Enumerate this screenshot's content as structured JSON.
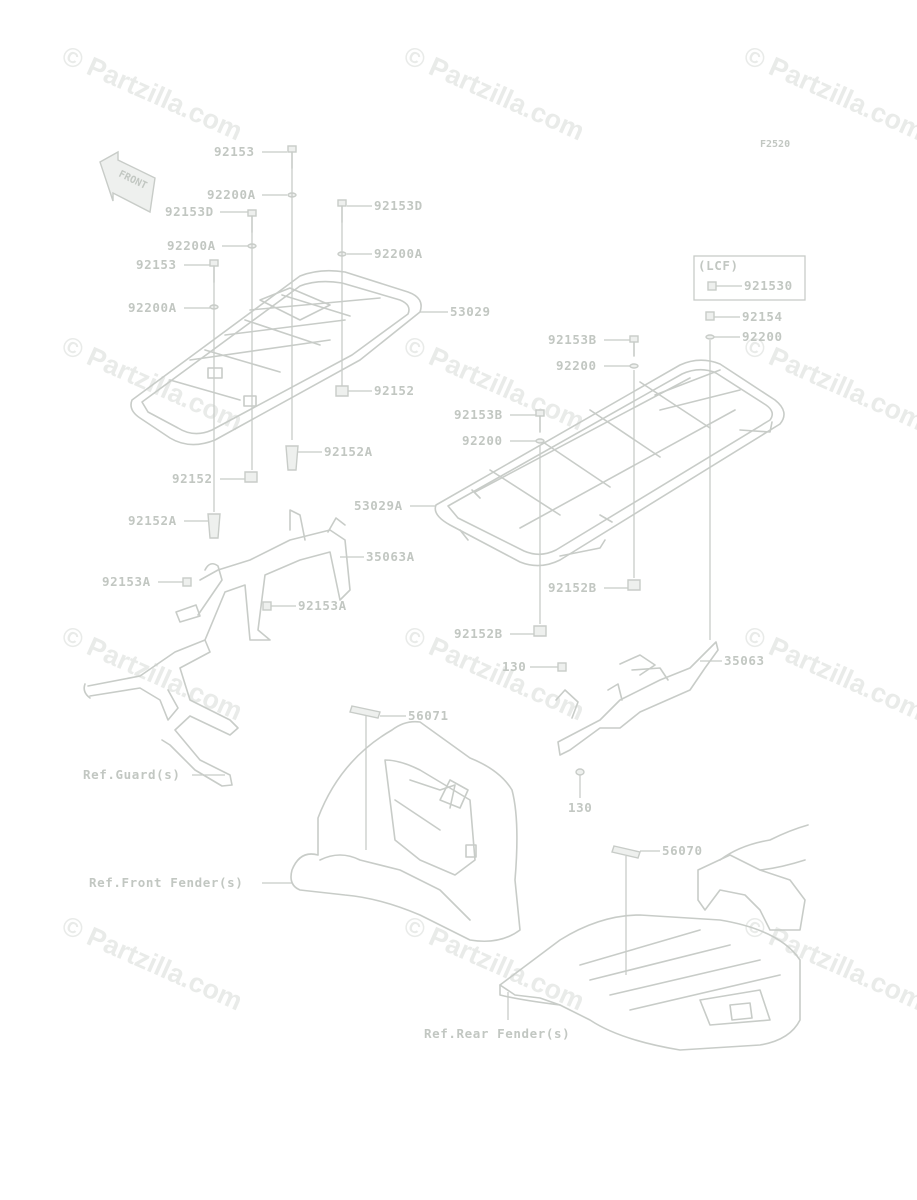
{
  "figure_code": "F2520",
  "front_label": "FRONT",
  "watermark_text": "© Partzilla.com",
  "variant_box": {
    "label": "(LCF)",
    "part": "921530"
  },
  "callouts": {
    "c92153_top": "92153",
    "c92200A_1": "92200A",
    "c92153D_l": "92153D",
    "c92153D_r": "92153D",
    "c92200A_2": "92200A",
    "c92200A_r": "92200A",
    "c92153_l": "92153",
    "c92200A_3": "92200A",
    "c53029": "53029",
    "c92152_r": "92152",
    "c92152A_r": "92152A",
    "c92152_l": "92152",
    "c92152A_l": "92152A",
    "c35063A": "35063A",
    "c92153A_l": "92153A",
    "c92153A_r": "92153A",
    "c92154": "92154",
    "c92200_tr": "92200",
    "c92153B_1": "92153B",
    "c92200_1": "92200",
    "c92153B_2": "92153B",
    "c92200_2": "92200",
    "c53029A": "53029A",
    "c92152B_r": "92152B",
    "c92152B_l": "92152B",
    "c35063": "35063",
    "c130_top": "130",
    "c130_bot": "130",
    "c56071": "56071",
    "c56070": "56070"
  },
  "references": {
    "guard": "Ref.Guard(s)",
    "front_fender": "Ref.Front Fender(s)",
    "rear_fender": "Ref.Rear Fender(s)"
  }
}
